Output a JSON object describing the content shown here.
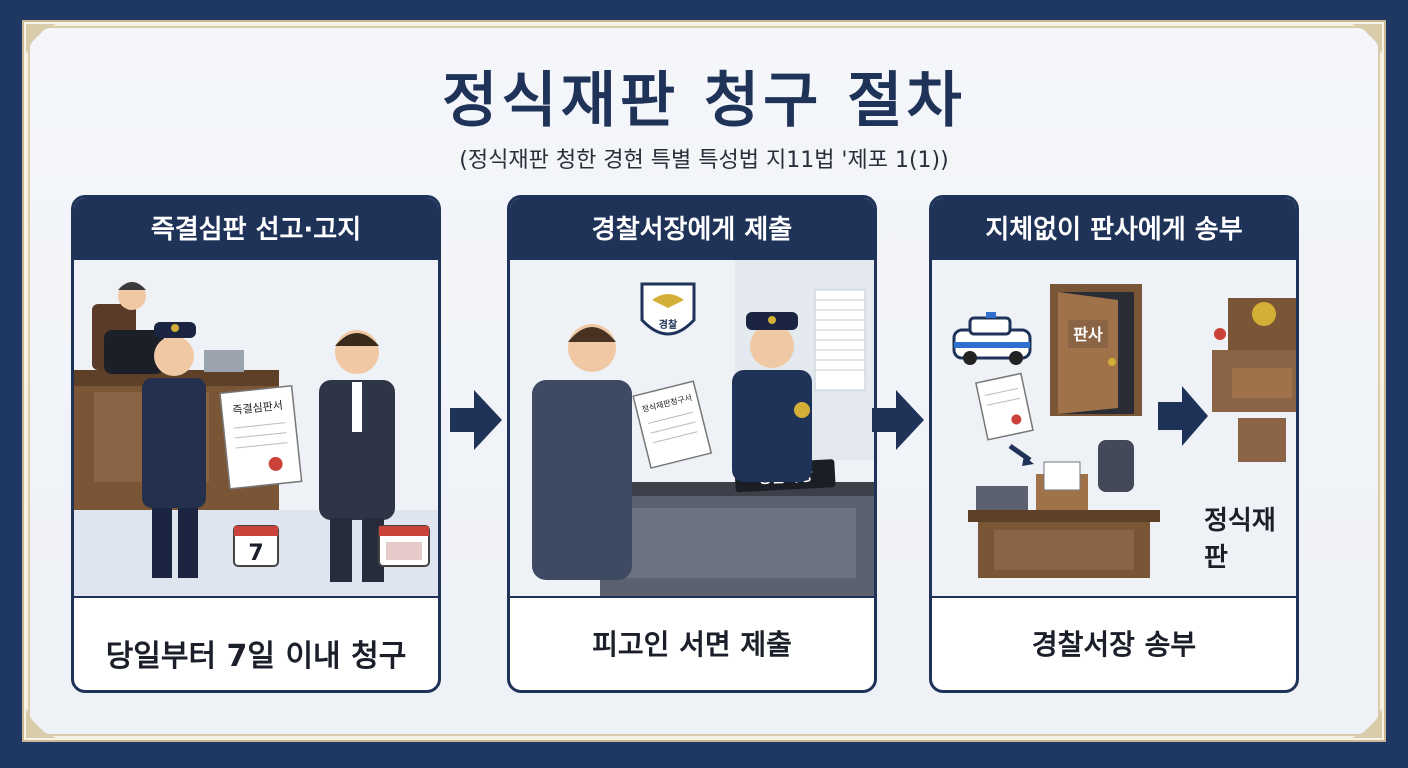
{
  "title": "정식재판 청구 절차",
  "subtitle": "(정식재판 청한 경현 특별 특성법 지11법 '제포 1(1))",
  "steps": [
    {
      "heading": "즉결심판 선고·고지",
      "caption": "당일부터 7일 이내 청구",
      "document_label": "즉결심판서",
      "calendar_day": "7"
    },
    {
      "heading": "경찰서장에게 제출",
      "caption": "피고인 서면 제출",
      "document_label": "정식재판청구서",
      "desk_sign": "경찰서장",
      "emblem_text": "경찰"
    },
    {
      "heading": "지체없이 판사에게 송부",
      "caption": "경찰서장 송부",
      "door_sign": "판사",
      "result_label": "정식재판"
    }
  ],
  "colors": {
    "navy": "#1f3258",
    "background": "#1f3763",
    "gold_border": "#c8b995"
  }
}
